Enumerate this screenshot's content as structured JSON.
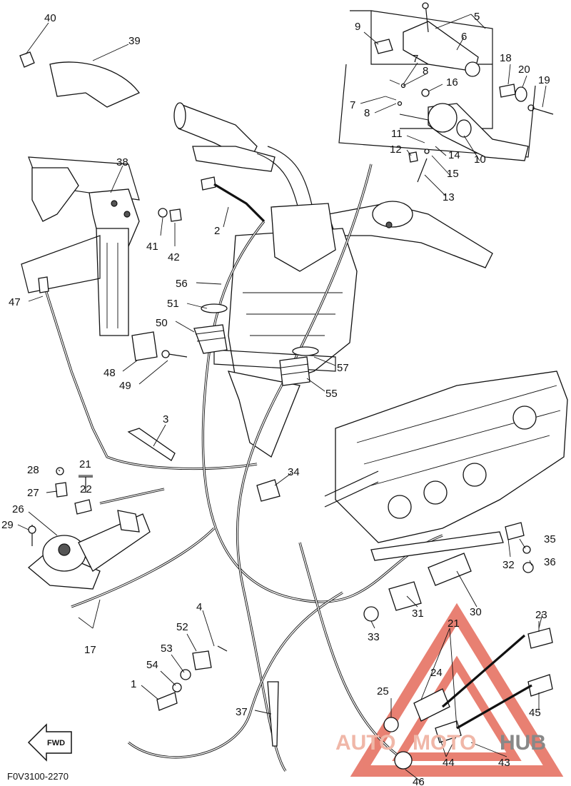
{
  "diagram_code": "F0V3100-2270",
  "fwd_label": "FWD",
  "watermark": {
    "text_a": "AUTO",
    "text_b": "MOTO",
    "text_c": "HUB",
    "color_primary": "#f0b7a8",
    "color_triangle": "#e46a5a"
  },
  "callouts": {
    "c1": "1",
    "c2": "2",
    "c3": "3",
    "c4": "4",
    "c5": "5",
    "c6": "6",
    "c7a": "7",
    "c7b": "7",
    "c8a": "8",
    "c8b": "8",
    "c9": "9",
    "c10": "10",
    "c11": "11",
    "c12": "12",
    "c13": "13",
    "c14": "14",
    "c15": "15",
    "c16": "16",
    "c17": "17",
    "c18": "18",
    "c19": "19",
    "c20": "20",
    "c21a": "21",
    "c21b": "21",
    "c22": "22",
    "c23": "23",
    "c24": "24",
    "c25": "25",
    "c26": "26",
    "c27": "27",
    "c28": "28",
    "c29": "29",
    "c30": "30",
    "c31": "31",
    "c32": "32",
    "c33": "33",
    "c34": "34",
    "c35": "35",
    "c36": "36",
    "c37": "37",
    "c38": "38",
    "c39": "39",
    "c40": "40",
    "c41": "41",
    "c42": "42",
    "c43": "43",
    "c44": "44",
    "c45": "45",
    "c46": "46",
    "c47": "47",
    "c48": "48",
    "c49": "49",
    "c50": "50",
    "c51": "51",
    "c52": "52",
    "c53": "53",
    "c54": "54",
    "c55": "55",
    "c56": "56",
    "c57": "57"
  }
}
